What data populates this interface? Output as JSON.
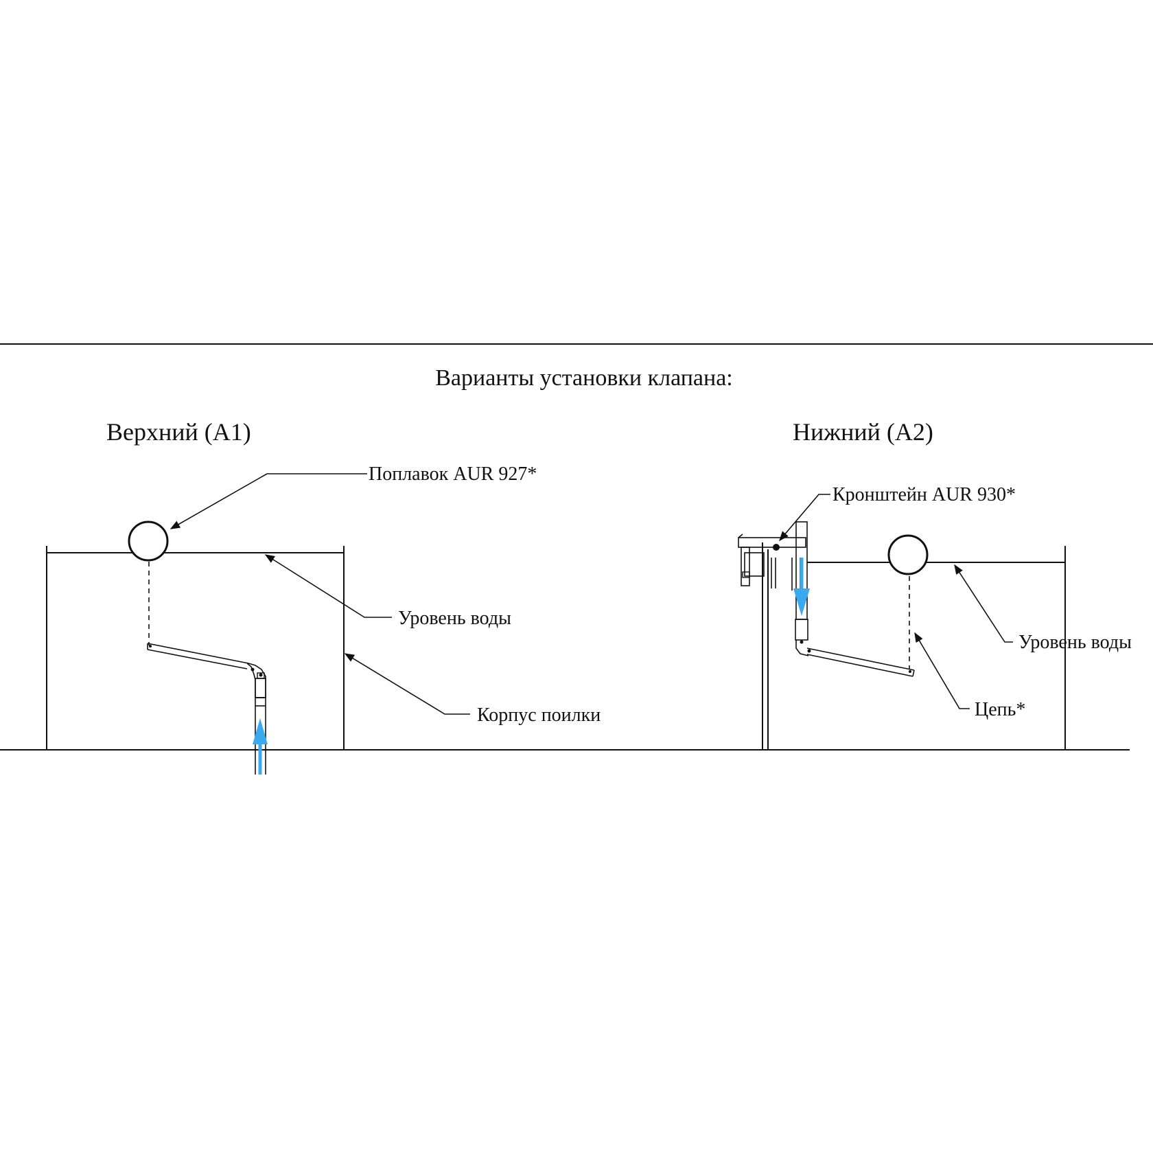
{
  "title": "Варианты установки клапана:",
  "variant_a1": {
    "heading": "Верхний (А1)",
    "float_label": "Поплавок AUR 927*",
    "water_level_label": "Уровень воды",
    "body_label": "Корпус поилки"
  },
  "variant_a2": {
    "heading": "Нижний (А2)",
    "bracket_label": "Кронштейн AUR 930*",
    "water_level_label": "Уровень воды",
    "chain_label": "Цепь*"
  },
  "colors": {
    "line": "#111111",
    "water_flow": "#3aa9f0"
  }
}
